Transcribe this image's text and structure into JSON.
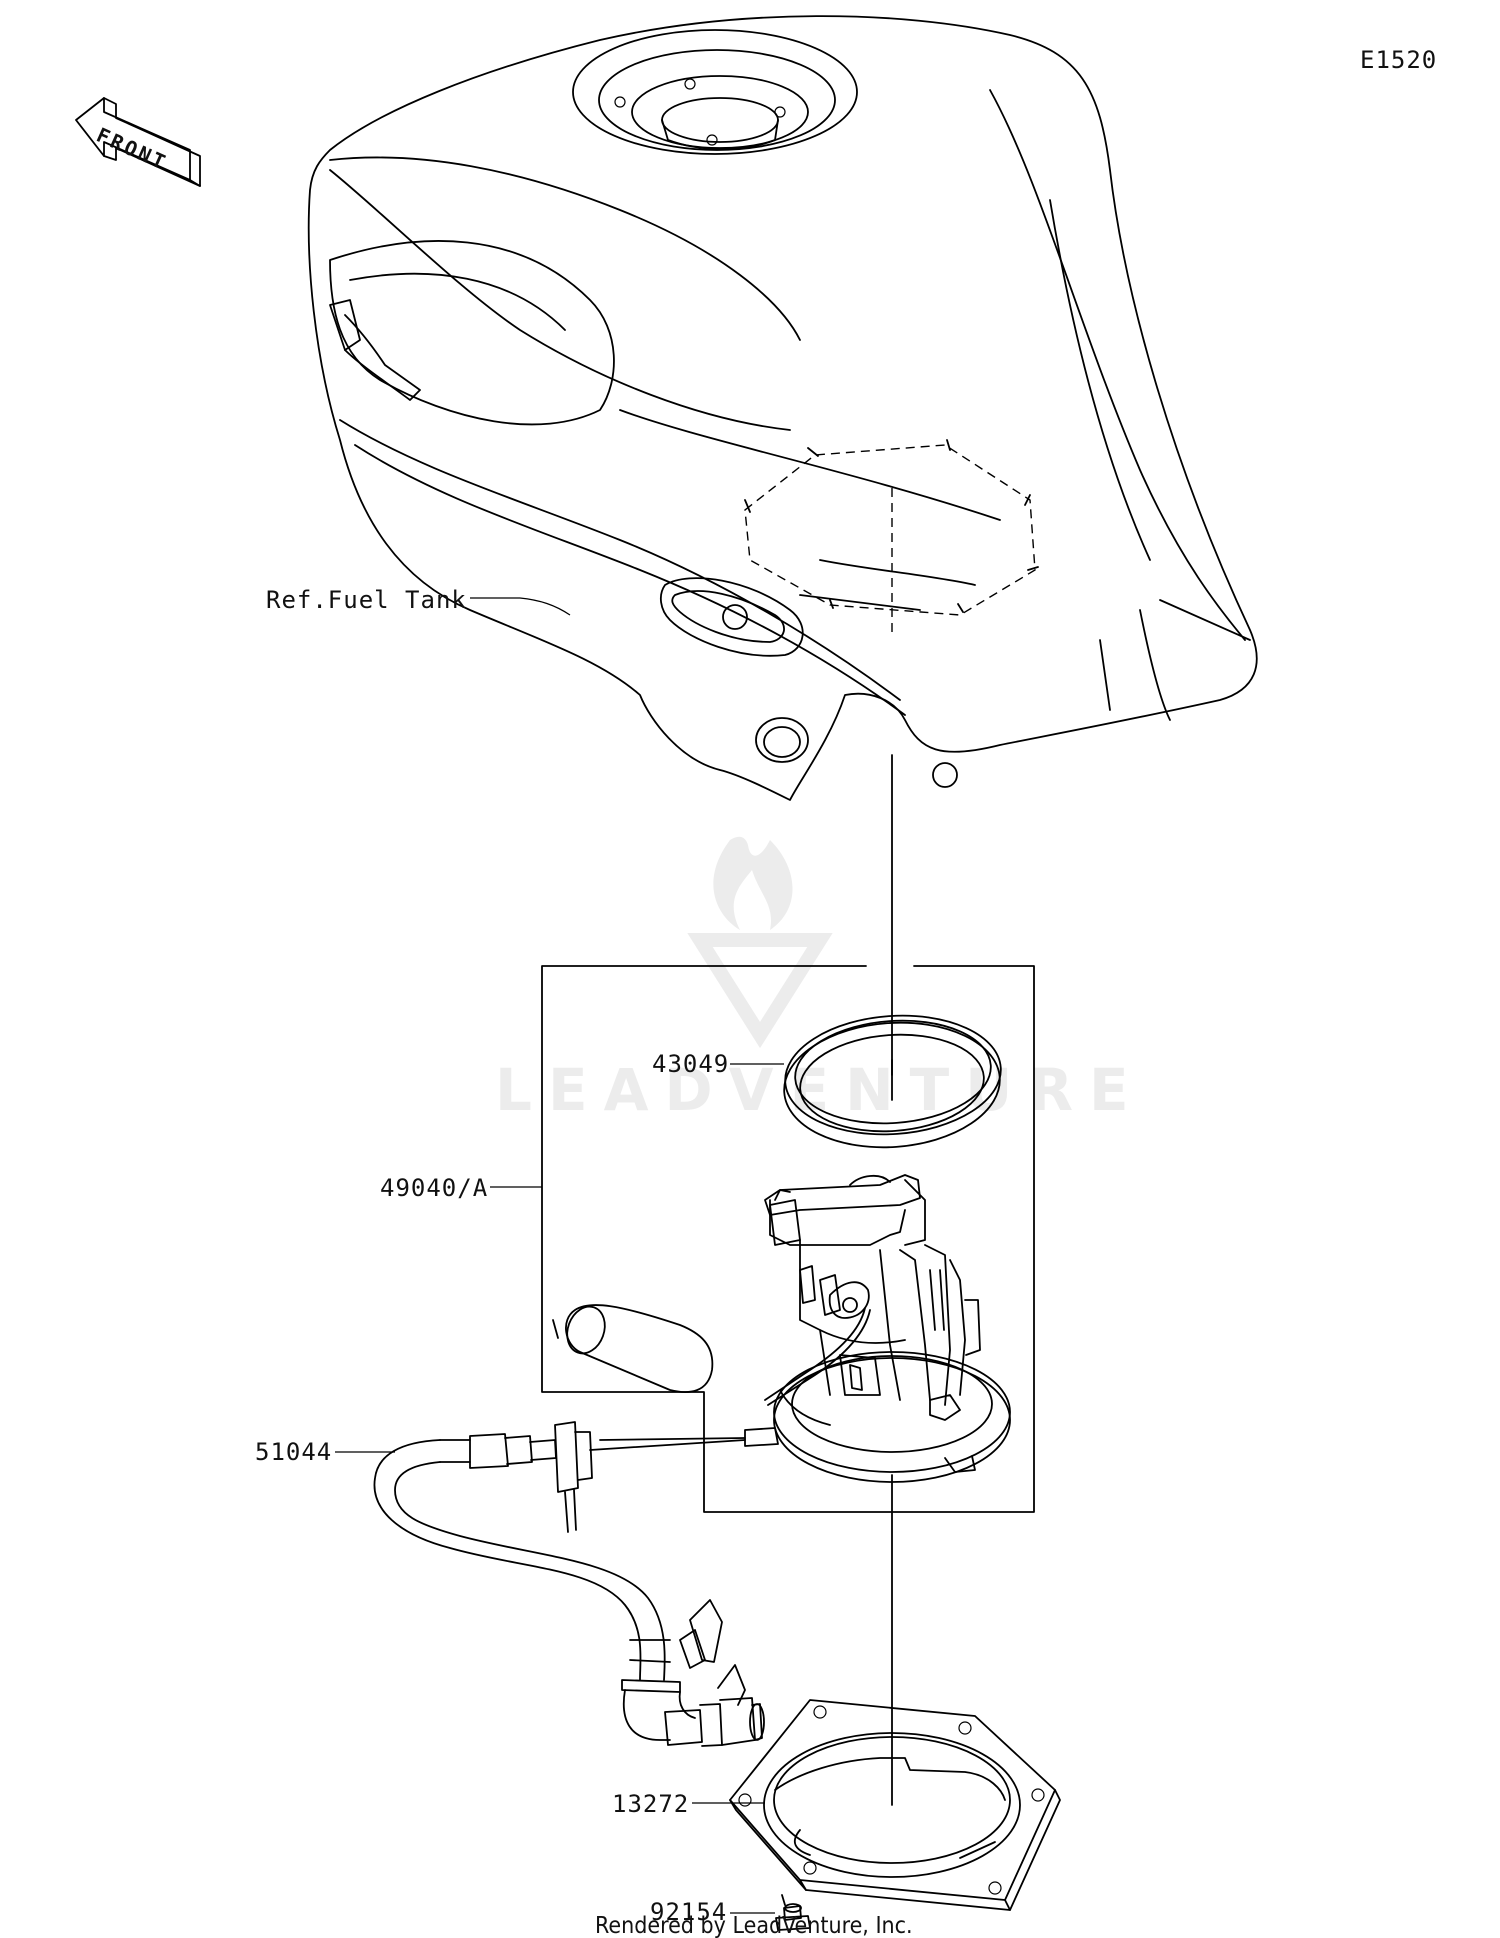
{
  "diagram_code": "E1520",
  "front_marker": "FRONT",
  "watermark": "LEADVENTURE",
  "parts": {
    "fuel_tank_ref": "Ref.Fuel Tank",
    "gasket": "43049",
    "pump_assembly": "49040/A",
    "hose_assembly": "51044",
    "plate": "13272",
    "bolt": "92154"
  },
  "footer": "Rendered by LeadVenture, Inc.",
  "colors": {
    "line": "#000000",
    "watermark": "#e6e6e6",
    "background": "#ffffff"
  }
}
